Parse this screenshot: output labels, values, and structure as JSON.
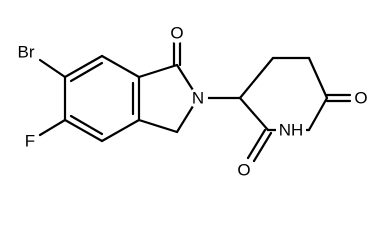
{
  "molecule": {
    "atoms": [
      {
        "id": "br",
        "symbol": "Br"
      },
      {
        "id": "f",
        "symbol": "F"
      },
      {
        "id": "o1",
        "symbol": "O"
      },
      {
        "id": "n1",
        "symbol": "N"
      },
      {
        "id": "o2",
        "symbol": "O"
      },
      {
        "id": "nh",
        "symbol": "NH"
      },
      {
        "id": "o3",
        "symbol": "O"
      }
    ]
  }
}
